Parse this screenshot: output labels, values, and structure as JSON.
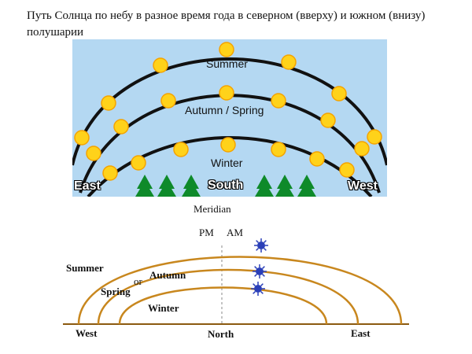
{
  "caption": "Путь Солнца по небу в разное время года в северном (вверху) и южном (внизу) полушарии",
  "top_diagram": {
    "arc_labels": {
      "summer": "Summer",
      "autumn_spring": "Autumn / Spring",
      "winter": "Winter"
    },
    "directions": {
      "east": "East",
      "south": "South",
      "west": "West"
    },
    "colors": {
      "sky": "#b4d8f2",
      "sun": "#ffd21a",
      "tree": "#0e8a2a"
    },
    "icons": [
      "sun-icon",
      "tree-icon"
    ]
  },
  "bottom_diagram": {
    "meridian": "Meridian",
    "pm": "PM",
    "am": "AM",
    "arc_labels": {
      "summer": "Summer",
      "or": "or",
      "autumn": "Autumn",
      "spring": "Spring",
      "winter": "Winter"
    },
    "directions": {
      "west": "West",
      "north": "North",
      "east": "East"
    },
    "colors": {
      "arc": "#c8871e",
      "sun": "#2a3fb8"
    },
    "icons": [
      "sun-icon"
    ]
  }
}
